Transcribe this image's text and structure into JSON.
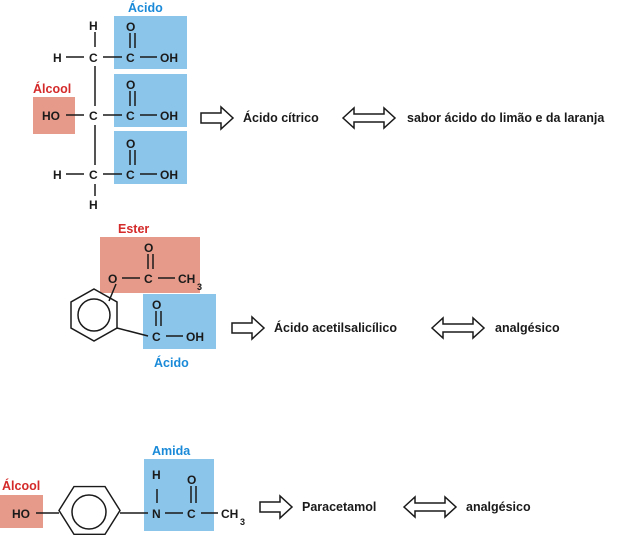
{
  "colors": {
    "alcohol_box": "#e69b8a",
    "alcohol_label": "#d42a2a",
    "acid_box": "#8cc5ea",
    "acid_label": "#1a8ad8",
    "ink": "#1a1a1a"
  },
  "citric": {
    "acid_label": "Ácido",
    "alcohol_label": "Álcool",
    "atoms": {
      "h": "H",
      "c": "C",
      "o": "O",
      "oh": "OH",
      "ho": "HO"
    },
    "name": "Ácido cítrico",
    "property": "sabor ácido do limão e da laranja"
  },
  "aspirin": {
    "ester_label": "Ester",
    "acid_label": "Ácido",
    "atoms": {
      "c": "C",
      "o": "O",
      "oh": "OH",
      "ch": "CH",
      "sub3": "3"
    },
    "name": "Ácido acetilsalicílico",
    "property": "analgésico"
  },
  "paracetamol": {
    "amide_label": "Amida",
    "alcohol_label": "Álcool",
    "atoms": {
      "h": "H",
      "n": "N",
      "c": "C",
      "o": "O",
      "ho": "HO",
      "ch": "CH",
      "sub3": "3"
    },
    "name": "Paracetamol",
    "property": "analgésico"
  }
}
